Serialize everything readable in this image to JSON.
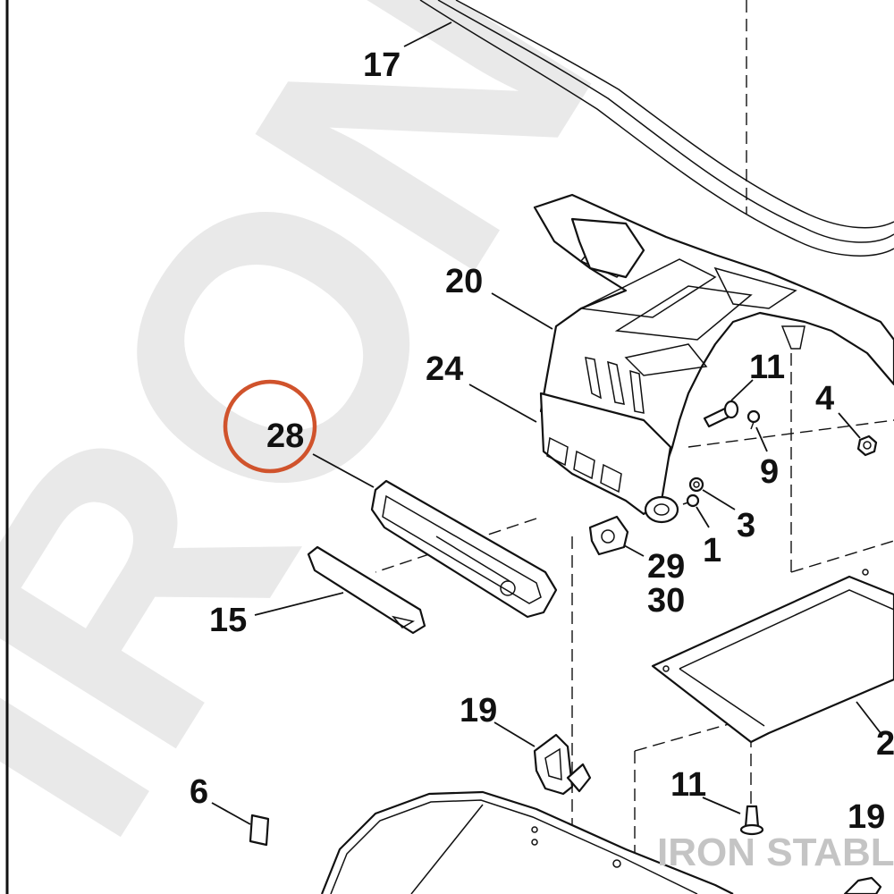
{
  "callouts": {
    "c17": "17",
    "c20": "20",
    "c24": "24",
    "c28": "28",
    "c11a": "11",
    "c4": "4",
    "c9": "9",
    "c3": "3",
    "c1": "1",
    "c29": "29",
    "c30": "30",
    "c15": "15",
    "c19a": "19",
    "c6": "6",
    "c11b": "11",
    "c19b": "19",
    "c2_partial": "2"
  },
  "highlight": {
    "target": "28",
    "color": "#d0532c"
  },
  "watermark": {
    "large": "IRON ST",
    "brand": "IRON STABLE"
  }
}
